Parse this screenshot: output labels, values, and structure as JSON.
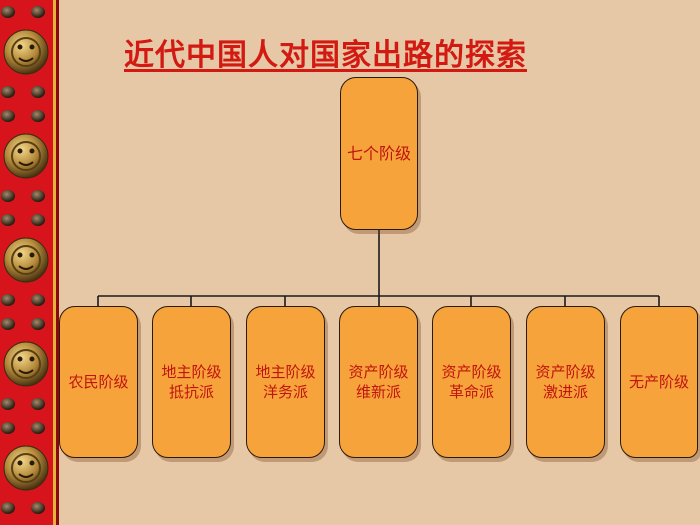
{
  "title": "近代中国人对国家出路的探索",
  "root": {
    "label": "七个阶级"
  },
  "children": [
    {
      "label": "农民阶级"
    },
    {
      "label": "地主阶级\n抵抗派"
    },
    {
      "label": "地主阶级\n洋务派"
    },
    {
      "label": "资产阶级\n维新派"
    },
    {
      "label": "资产阶级\n革命派"
    },
    {
      "label": "资产阶级\n激进派"
    },
    {
      "label": "无产阶级"
    }
  ],
  "colors": {
    "background": "#e7c8a6",
    "node_fill": "#f7a33c",
    "text": "#c0140c",
    "title": "#d21a12",
    "border_strip": "#d7141c"
  }
}
